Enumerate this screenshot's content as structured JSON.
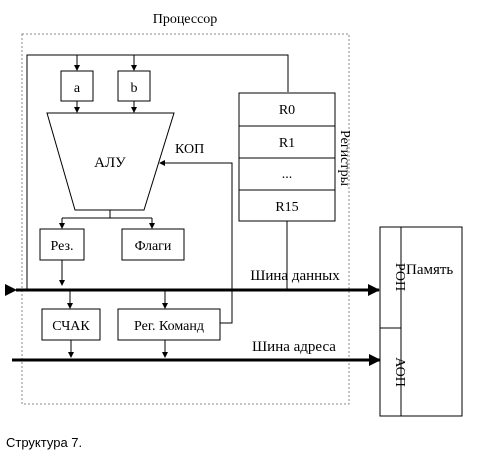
{
  "processor": {
    "title": "Процессор",
    "registers_label": "Регистры",
    "operand_a": "a",
    "operand_b": "b",
    "alu": "АЛУ",
    "opcode": "КОП",
    "result": "Рез.",
    "flags": "Флаги",
    "pc": "СЧАК",
    "instr_reg": "Рег. Команд",
    "registers": [
      "R0",
      "R1",
      "...",
      "R15"
    ]
  },
  "memory": {
    "title": "Память",
    "ram": "РОП",
    "rom": "АОП"
  },
  "buses": {
    "data": "Шина данных",
    "address": "Шина адреса"
  },
  "caption": "Структура 7."
}
